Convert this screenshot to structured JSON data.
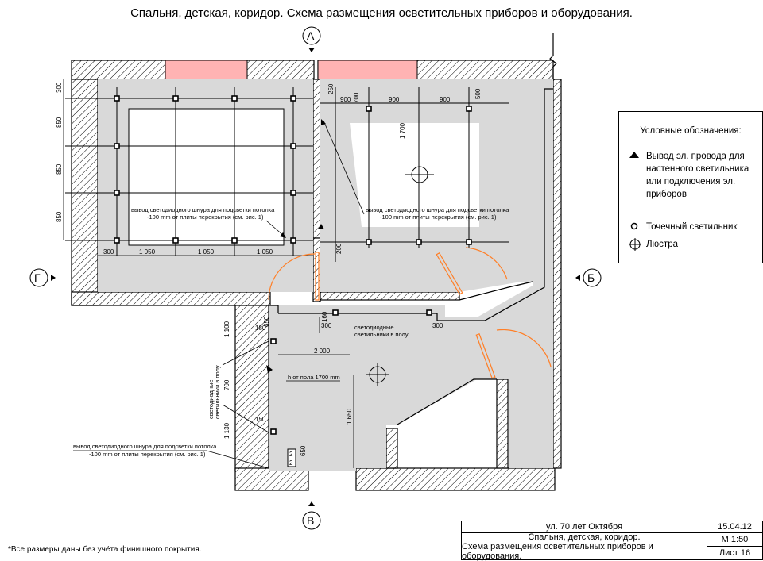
{
  "title": "Спальня, детская, коридор. Схема размещения осветительных приборов и оборудования.",
  "axes": {
    "top": "А",
    "bottom": "В",
    "left": "Г",
    "right": "Б"
  },
  "dimensions": {
    "bedroom_left_vertical": [
      "300",
      "850",
      "850",
      "850"
    ],
    "bedroom_bottom": [
      "300",
      "1 050",
      "1 050",
      "1 050"
    ],
    "nursery_top": [
      "900",
      "900",
      "900"
    ],
    "nursery_left_250": "250",
    "nursery_right_500": "500",
    "nursery_col_700": "700",
    "nursery_vertical_1700": "1 700",
    "nursery_200": "200",
    "corridor_300_left": "300",
    "corridor_300_right": "300",
    "corridor_160": "160",
    "corridor_2000": "2 000",
    "corridor_1100": "1 100",
    "corridor_700": "700",
    "corridor_1130": "1 130",
    "corridor_180": "180",
    "corridor_150": "150",
    "corridor_650_top": "650",
    "corridor_650_bottom": "650",
    "corridor_1650": "1 650",
    "switch_numbers": [
      "2",
      "2"
    ]
  },
  "notes": {
    "led_cord_bedroom_1": "вывод светодиодного шнура для подсветки потолка",
    "led_cord_bedroom_2": "-100 mm от плиты перекрытия (см. рис. 1)",
    "led_cord_nursery_1": "вывод светодиодного шнура для подсветки потолка",
    "led_cord_nursery_2": "-100 mm от плиты перекрытия (см. рис. 1)",
    "floor_lights_1": "светодиодные",
    "floor_lights_2": "светильники в полу",
    "floor_lights_vertical_1": "светодиодные",
    "floor_lights_vertical_2": "светильники в полу",
    "height_note": "h от пола 1700 mm",
    "led_cord_corridor_1": "вывод светодиодного шнура для подсветки потолка",
    "led_cord_corridor_2": "-100 mm от плиты перекрытия (см. рис. 1)"
  },
  "legend": {
    "title": "Условные обозначения:",
    "items": [
      {
        "icon": "triangle-icon",
        "label": "Вывод эл. провода для настенного светильника или подключения эл. приборов"
      },
      {
        "icon": "spotlight-icon",
        "label": "Точечный светильник"
      },
      {
        "icon": "chandelier-icon",
        "label": "Люстра"
      }
    ]
  },
  "title_block": {
    "address": "ул. 70 лет Октября",
    "date": "15.04.12",
    "rooms": "Спальня, детская, коридор.",
    "scale": "М 1:50",
    "description": "Схема размещения осветительных приборов и оборудования.",
    "sheet": "Лист 16"
  },
  "footnote": "*Все размеры даны без учёта финишного покрытия.",
  "colors": {
    "window": "#ffb3b3",
    "floor": "#d9d9d9",
    "door": "#ff7f27",
    "magenta": "#e0007a"
  }
}
